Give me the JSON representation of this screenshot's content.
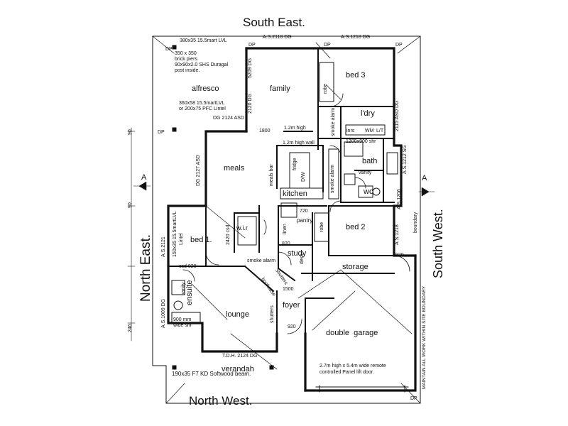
{
  "compass": {
    "north": "South East.",
    "south": "North West.",
    "west": "North East.",
    "east": "South West."
  },
  "rooms": {
    "alfresco": "alfresco",
    "family": "family",
    "bed3": "bed 3",
    "ldry": "l'dry",
    "bath": "bath",
    "wc": "wc",
    "meals": "meals",
    "kitchen": "kitchen",
    "pantry": "pantry",
    "bed1": "bed 1.",
    "wir": "w.i.r",
    "bed2": "bed 2",
    "study": "study",
    "storage": "storage",
    "ensuite": "ensuite",
    "lounge": "lounge",
    "foyer": "foyer",
    "double_garage": "double  garage",
    "verandah": "verandah"
  },
  "section": {
    "left": "A",
    "right": "A"
  },
  "notes": {
    "top_beam": "380x35 15.5mart LVL",
    "as_2118": "A.S.2118 DG",
    "as_1218": "A.S.1218 DG",
    "dp": "DP",
    "piers": "350 x 350",
    "piers2": "brick piers",
    "post": "90x90x2.0 SHS Duragal",
    "post2": "post inside.",
    "lintel1": "360x58 15.5martLVL",
    "lintel2": "or 200x75 PFC Lintel",
    "dg2124": "DG 2124 ASD",
    "dg2127": "DG 2127 ASD",
    "high_wall": "1.2m high wall",
    "high2": "1.2m high",
    "dim1800": "1800",
    "robe": "robe",
    "smoke": "smoke alarm",
    "meals_bar": "meals bar",
    "bed1_lintel": "150x35 15.5martLVL",
    "lintel_word": "Lintel",
    "csd820": "csd 820",
    "csd2420": "2420 csd",
    "dim820": "820",
    "dim720": "720",
    "dim1500": "1500",
    "dim920": "920",
    "vanity": "vanity",
    "shr900": "900 mm",
    "shr900b": "wide shr",
    "shr": "1200x900 shr",
    "linen": "linen",
    "desk": "desk",
    "bookcase": "bookcase",
    "shutters": "shutters",
    "tdh": "T.D.H. 2124 DG",
    "beam": "190x35 F7 KD Softwood beam.",
    "garage_door": "2.7m high x 5.4m wide remote",
    "garage_door2": "controlled Panel lift door.",
    "boundary": "MAINTAIN ALL WORK WITHIN SITE BOUNDARY",
    "boundary_word": "boundary",
    "as1009": "A.S.1009 DG",
    "as2121": "A.S.2121",
    "as2115": "2115 ASD DG",
    "as1212": "A.S.1212 SG",
    "as1206": "A.S.1206",
    "as1218b": "A.S.1218",
    "dg2120": "2120 DG",
    "dg5209": "5209 DG",
    "fridge": "fridge",
    "dw": "D/W",
    "wm": "WM",
    "inrs": "inrs",
    "lt": "L/T",
    "dim90": "90",
    "dim246": "246"
  }
}
